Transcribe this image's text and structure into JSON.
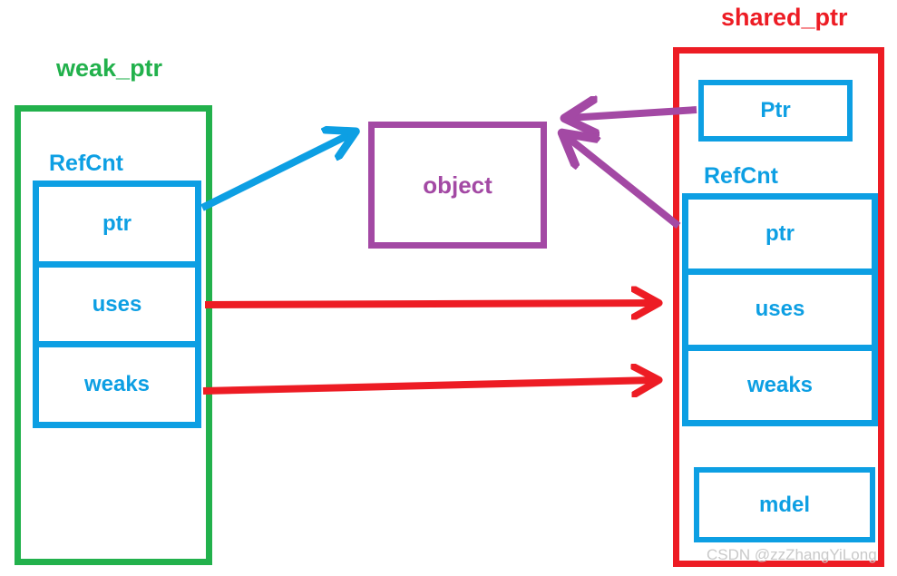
{
  "weak_ptr": {
    "title": "weak_ptr",
    "refcnt_label": "RefCnt",
    "cells": [
      "ptr",
      "uses",
      "weaks"
    ]
  },
  "object": {
    "label": "object"
  },
  "shared_ptr": {
    "title": "shared_ptr",
    "ptr_box": "Ptr",
    "refcnt_label": "RefCnt",
    "cells": [
      "ptr",
      "uses",
      "weaks"
    ],
    "mdel_box": "mdel"
  },
  "watermark": "CSDN @zzZhangYiLong",
  "colors": {
    "green": "#22b14c",
    "cyan": "#0d9fe3",
    "red": "#ed1c24",
    "purple": "#a349a4"
  }
}
